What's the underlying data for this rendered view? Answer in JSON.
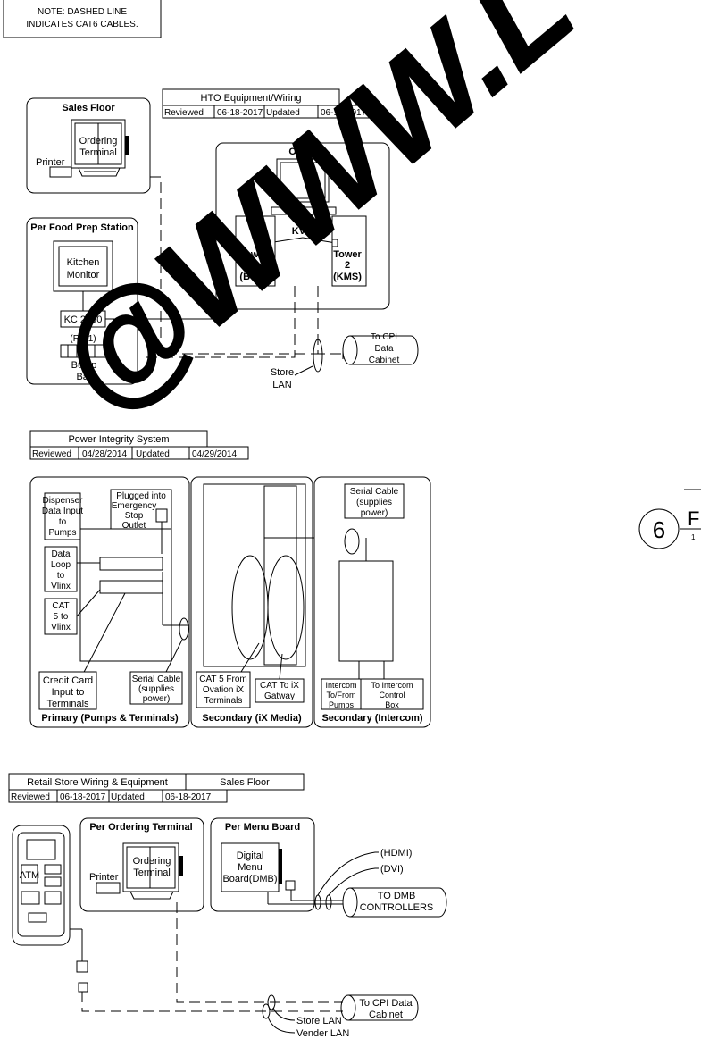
{
  "note": {
    "line1": "NOTE: DASHED LINE",
    "line2": "INDICATES CAT6 CABLES."
  },
  "watermark": {
    "text": "@WWW.L",
    "color": "#000000"
  },
  "hto": {
    "title": "HTO Equipment/Wiring",
    "reviewed_label": "Reviewed",
    "reviewed_date": "06-18-2017",
    "updated_label": "Updated",
    "updated_date": "06-18-2017",
    "sales_floor": {
      "title": "Sales Floor",
      "printer": "Printer",
      "terminal_line1": "Ordering",
      "terminal_line2": "Terminal"
    },
    "office": {
      "title": "Office",
      "kvm": "KVM",
      "tower1": [
        "Tower",
        "1",
        "(BOS)"
      ],
      "tower2": [
        "Tower",
        "2",
        "(KMS)"
      ]
    },
    "food_prep": {
      "title": "Per Food Prep Station",
      "monitor_line1": "Kitchen",
      "monitor_line2": "Monitor",
      "controller": "KC 2500",
      "rj11": "(RJ11)",
      "bump_line1": "Bump",
      "bump_line2": "Bar"
    },
    "cpi": [
      "To CPI",
      "Data",
      "Cabinet"
    ],
    "store_lan": [
      "Store",
      "LAN"
    ]
  },
  "power": {
    "title": "Power Integrity System",
    "reviewed_label": "Reviewed",
    "reviewed_date": "04/28/2014",
    "updated_label": "Updated",
    "updated_date": "04/29/2014",
    "primary": {
      "title": "Primary (Pumps & Terminals)",
      "dispenser": [
        "Dispenser",
        "Data Input",
        "to",
        "Pumps"
      ],
      "plugged": [
        "Plugged into",
        "Emergency",
        "Stop",
        "Outlet"
      ],
      "data_loop": [
        "Data",
        "Loop",
        "to",
        "Vlinx"
      ],
      "cat5": [
        "CAT",
        "5 to",
        "Vlinx"
      ],
      "credit": [
        "Credit Card",
        "Input to",
        "Terminals"
      ],
      "serial": [
        "Serial Cable",
        "(supplies",
        "power)"
      ]
    },
    "ixmedia": {
      "title": "Secondary (iX Media)",
      "cat5_from": [
        "CAT 5 From",
        "Ovation iX",
        "Terminals"
      ],
      "cat_to": [
        "CAT  To iX",
        "Gatway"
      ]
    },
    "intercom": {
      "title": "Secondary (Intercom)",
      "serial": [
        "Serial Cable",
        "(supplies",
        "power)"
      ],
      "to_from": [
        "Intercom",
        "To/From",
        "Pumps"
      ],
      "control": [
        "To Intercom",
        "Control",
        "Box"
      ]
    }
  },
  "retail": {
    "title": "Retail Store Wiring & Equipment",
    "subtitle": "Sales Floor",
    "reviewed_label": "Reviewed",
    "reviewed_date": "06-18-2017",
    "updated_label": "Updated",
    "updated_date": "06-18-2017",
    "ordering": {
      "title": "Per Ordering Terminal",
      "printer": "Printer",
      "terminal_line1": "Ordering",
      "terminal_line2": "Terminal"
    },
    "menu": {
      "title": "Per Menu Board",
      "dmb": [
        "Digital",
        "Menu",
        "Board(DMB)"
      ],
      "hdmi": "(HDMI)",
      "dvi": "(DVI)",
      "controllers": [
        "TO DMB",
        "CONTROLLERS"
      ]
    },
    "atm": "ATM",
    "cpi": [
      "To CPI Data",
      "Cabinet"
    ],
    "store_lan": "Store LAN",
    "vender_lan": "Vender LAN"
  },
  "side_callout": {
    "number": "6",
    "letter": "F",
    "sub": "1"
  }
}
